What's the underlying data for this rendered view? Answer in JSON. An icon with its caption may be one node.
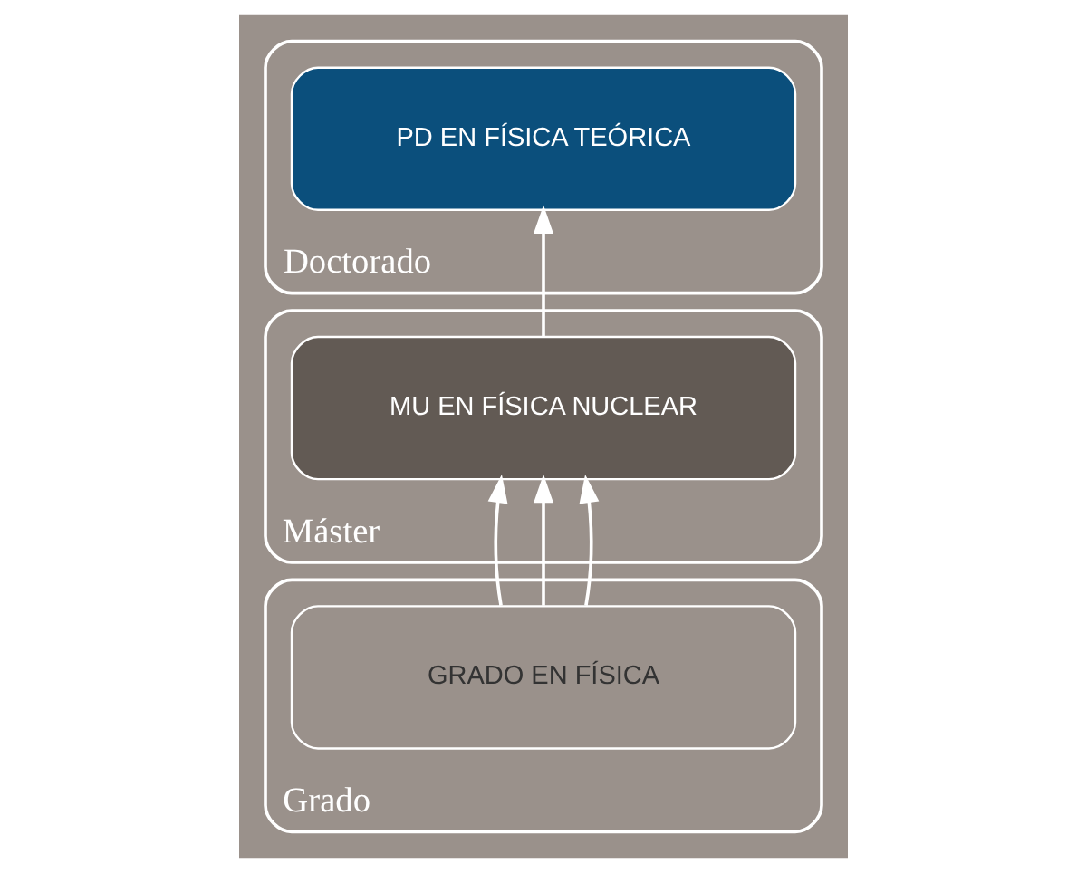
{
  "diagram": {
    "nodes": [
      {
        "text": [
          "Doctorado"
        ]
      },
      {
        "text": [
          "PD EN FÍSICA TEÓRICA"
        ],
        "in": 0
      },
      {
        "text": [
          "Máster"
        ]
      },
      {
        "text": [
          "MU EN FÍSICA NUCLEAR"
        ],
        "in": 2
      },
      {
        "text": [
          "Grado"
        ]
      },
      {
        "text": [
          "GRADO EN FÍSICA"
        ],
        "in": 4
      }
    ],
    "edges": [
      {
        "from": 5,
        "to": 3,
        "arrow": "to"
      },
      {
        "from": 5,
        "to": 3,
        "arrow": "to"
      },
      {
        "from": 5,
        "to": 3,
        "arrow": "to"
      },
      {
        "from": 3,
        "to": 1,
        "arrow": "to"
      }
    ]
  }
}
